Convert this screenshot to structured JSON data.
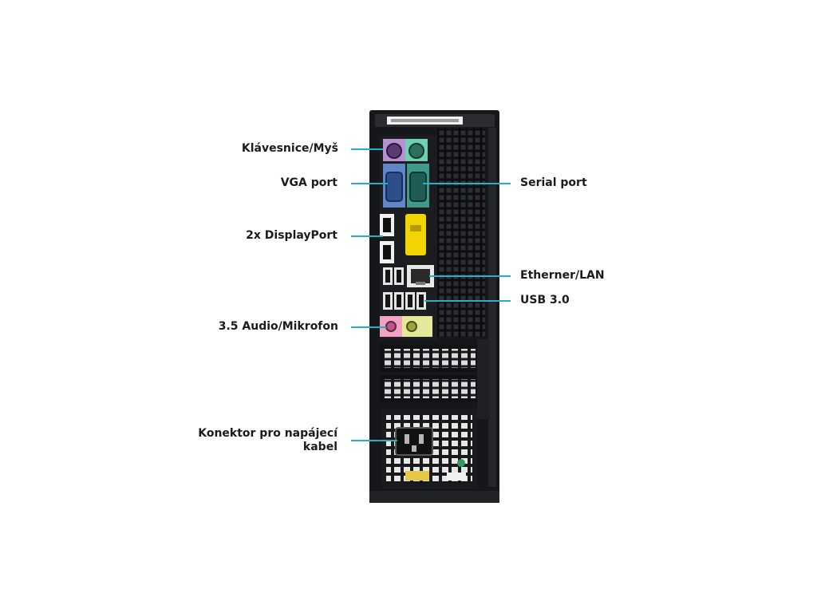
{
  "callouts": {
    "keyboard_mouse": "Klávesnice/Myš",
    "vga": "VGA port",
    "displayport": "2x DisplayPort",
    "audio": "3.5 Audio/Mikrofon",
    "power_line1": "Konektor pro napájecí",
    "power_line2": "kabel",
    "serial": "Serial port",
    "ethernet": "Etherner/LAN",
    "usb3": "USB 3.0"
  },
  "colors": {
    "leader": "#26b0c4",
    "chassis": "#15171a",
    "ps2_keyboard": "#b88fd0",
    "ps2_mouse": "#6fcfae",
    "vga": "#5f86c8",
    "serial": "#3f9a8c",
    "lock_tab": "#f2d400",
    "audio_pink": "#f2a3c3",
    "audio_green": "#e4e99a"
  }
}
